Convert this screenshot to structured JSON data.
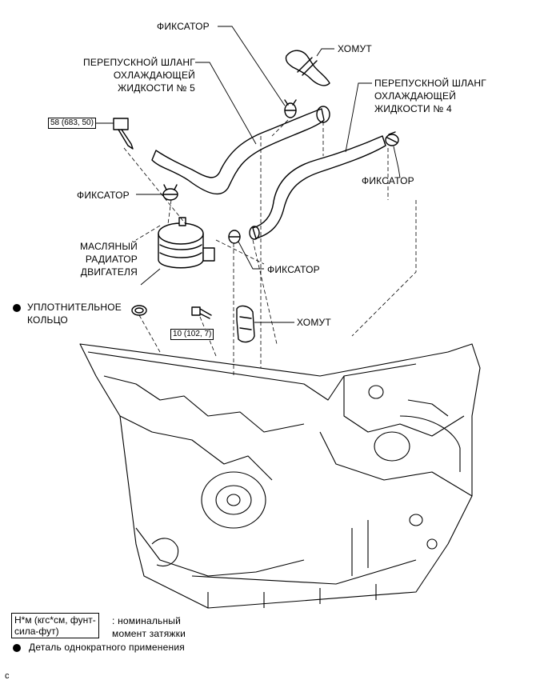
{
  "labels": {
    "fixator_top": "ФИКСАТОР",
    "clamp_top": "ХОМУТ",
    "hose5_l1": "ПЕРЕПУСКНОЙ ШЛАНГ",
    "hose5_l2": "ОХЛАЖДАЮЩЕЙ",
    "hose5_l3": "ЖИДКОСТИ № 5",
    "hose4_l1": "ПЕРЕПУСКНОЙ ШЛАНГ",
    "hose4_l2": "ОХЛАЖДАЮЩЕЙ",
    "hose4_l3": "ЖИДКОСТИ № 4",
    "fixator_right": "ФИКСАТОР",
    "fixator_left": "ФИКСАТОР",
    "cooler_l1": "МАСЛЯНЫЙ",
    "cooler_l2": "РАДИАТОР",
    "cooler_l3": "ДВИГАТЕЛЯ",
    "fixator_mid": "ФИКСАТОР",
    "oring_l1": "УПЛОТНИТЕЛЬНОЕ",
    "oring_l2": "КОЛЬЦО",
    "clamp_mid": "ХОМУТ"
  },
  "torque": {
    "bolt_large": "58 (683, 50)",
    "bolt_small": "10 (102, 7)"
  },
  "legend": {
    "torque_box_l1": "Н*м (кгс*см, фунт-",
    "torque_box_l2": "сила-фут)",
    "torque_desc_l1": ": номинальный",
    "torque_desc_l2": "момент затяжки",
    "single_use": "Деталь однократного применения"
  },
  "corner_code": "c"
}
